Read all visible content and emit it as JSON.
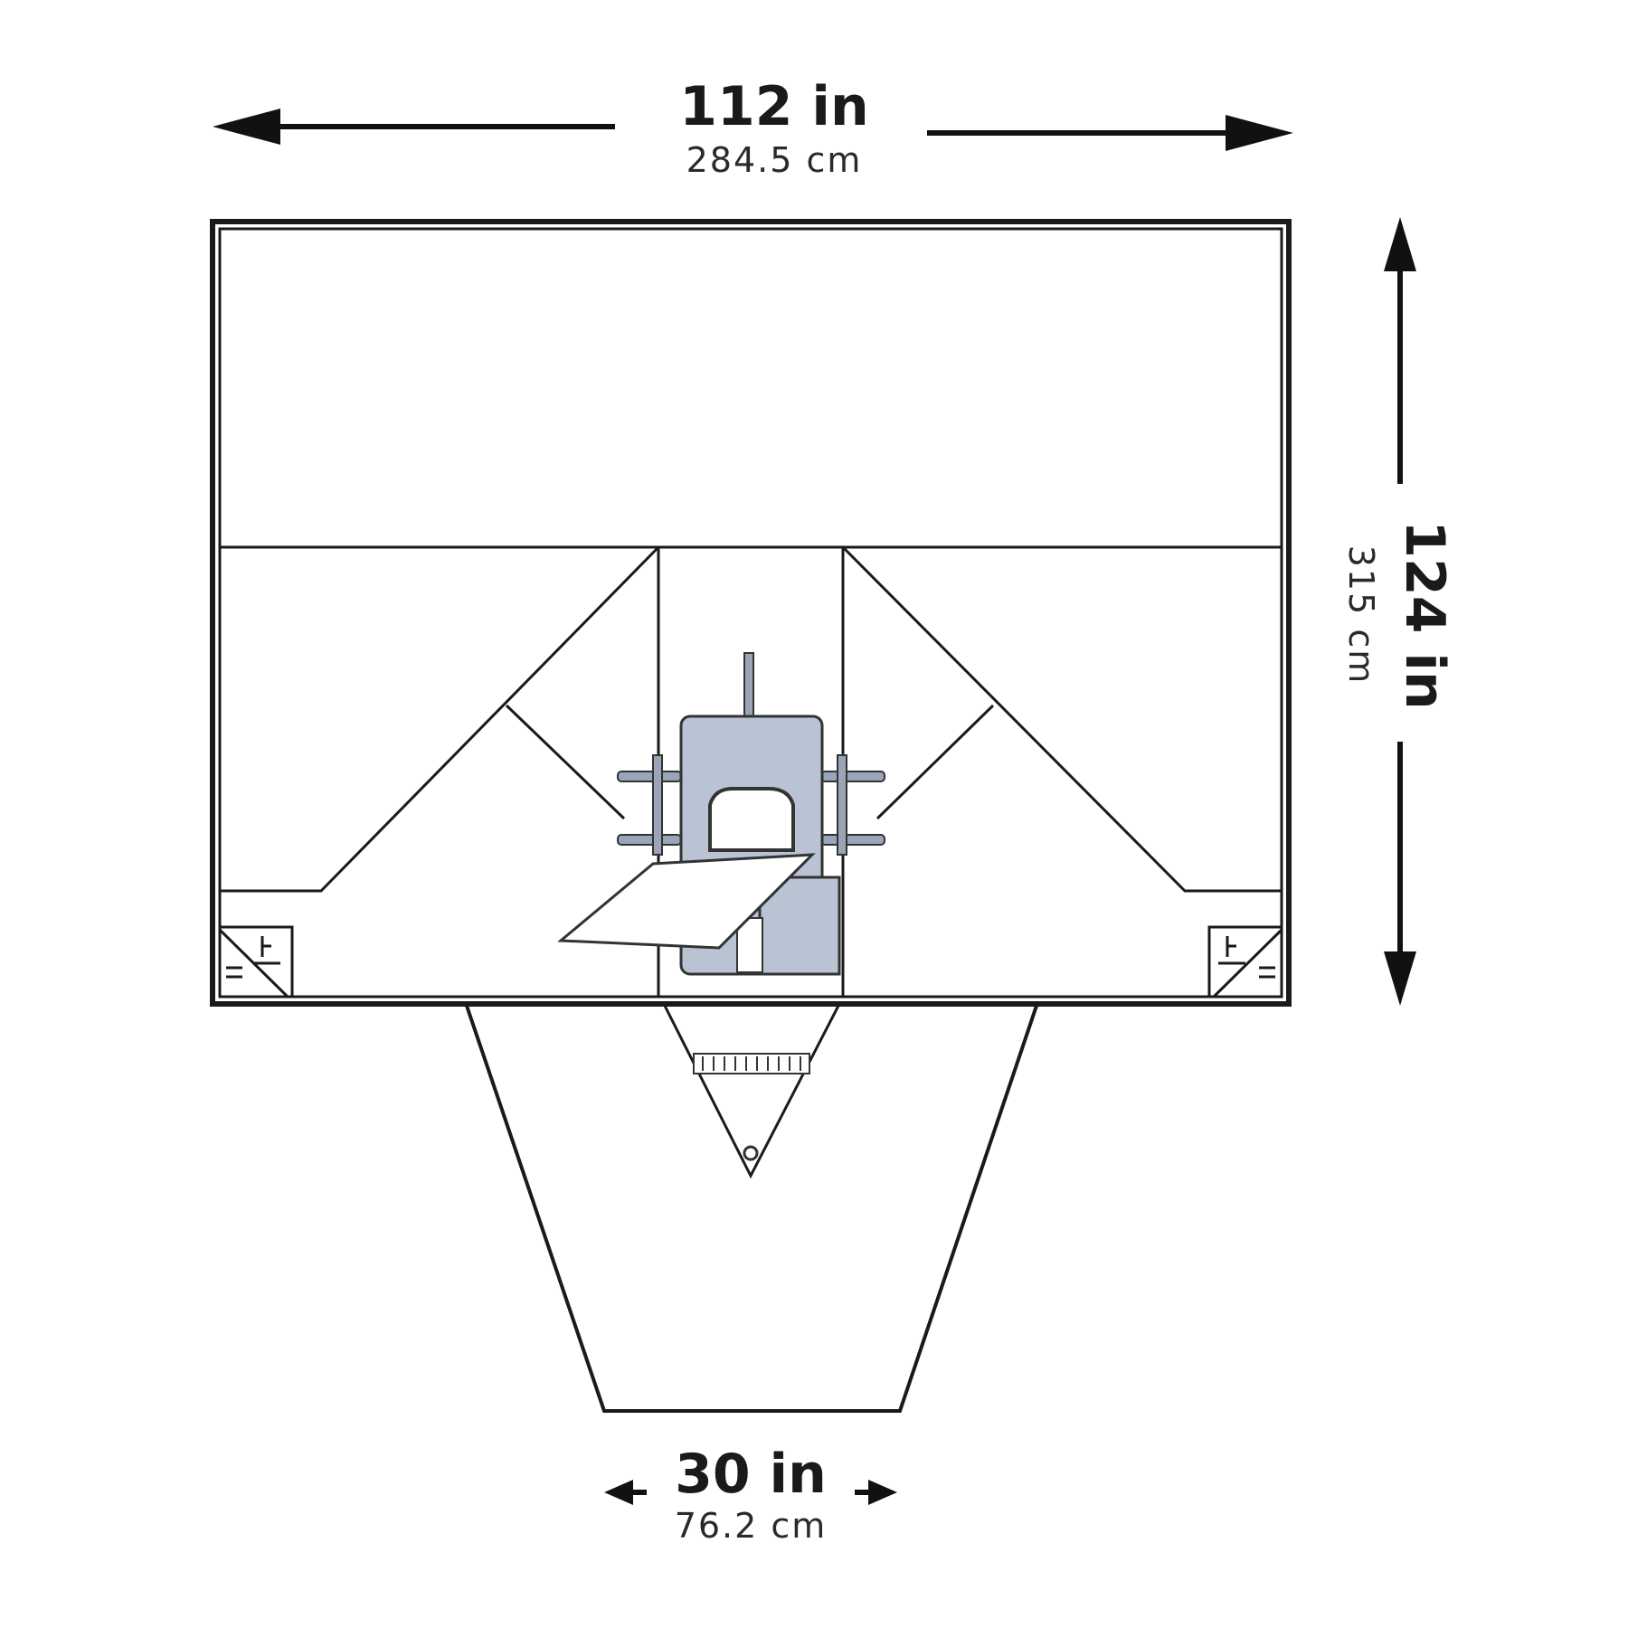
{
  "dimensions": {
    "width": {
      "primary": "112 in",
      "secondary": "284.5 cm"
    },
    "height": {
      "primary": "124 in",
      "secondary": "315 cm"
    },
    "bottom": {
      "primary": "30 in",
      "secondary": "76.2 cm"
    }
  },
  "colors": {
    "outline": "#1a1a1a",
    "screen_fill": "#b9c3d4",
    "background": "#ffffff"
  }
}
